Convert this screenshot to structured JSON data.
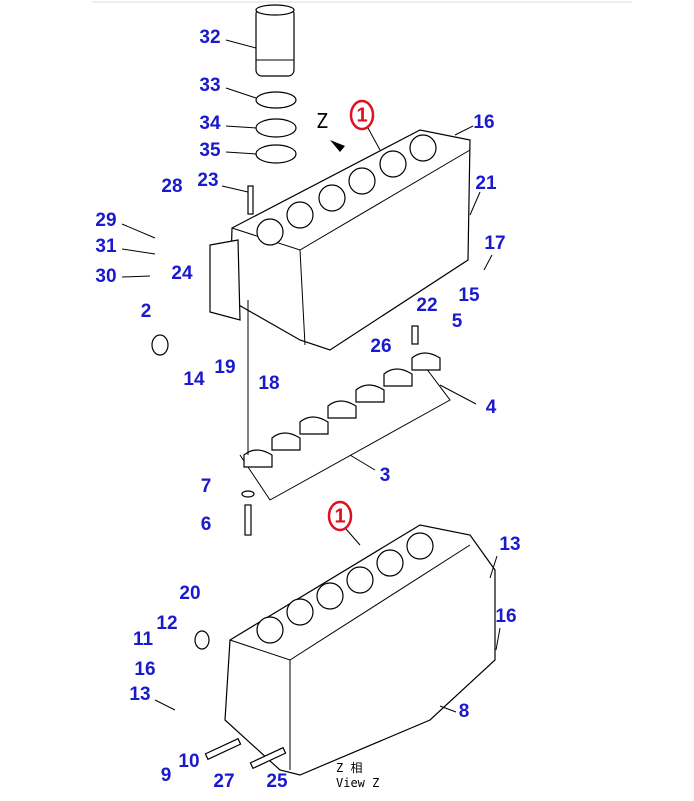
{
  "labels": [
    "32",
    "33",
    "34",
    "35",
    "23",
    "28",
    "29",
    "31",
    "30",
    "24",
    "2",
    "14",
    "19",
    "18",
    "16",
    "21",
    "17",
    "15",
    "22",
    "5",
    "26",
    "4",
    "3",
    "7",
    "6",
    "13",
    "20",
    "12",
    "11",
    "16",
    "13",
    "16",
    "8",
    "9",
    "10",
    "27",
    "25"
  ],
  "callouts": [
    "1",
    "1"
  ],
  "view_marker": "Z",
  "view_caption_line1": "Z  相",
  "view_caption_line2": "View Z",
  "colors": {
    "label": "#1a1acc",
    "callout": "#e01020"
  }
}
